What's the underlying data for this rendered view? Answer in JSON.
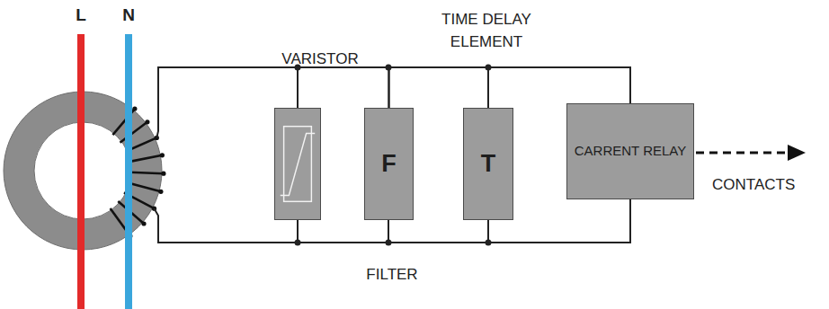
{
  "diagram": {
    "nodes": [
      {
        "text": [
          "VARISTOR"
        ]
      },
      {
        "text": [
          "F",
          "FILTER"
        ]
      },
      {
        "text": [
          "T",
          "TIME DELAY ELEMENT"
        ]
      },
      {
        "text": [
          "CARRENT RELAY"
        ]
      }
    ],
    "edges": [
      {
        "from": 0,
        "to": 1,
        "arrow": "none"
      },
      {
        "from": 1,
        "to": 2,
        "arrow": "none"
      },
      {
        "from": 2,
        "to": 3,
        "arrow": "none"
      }
    ],
    "labels": [
      "L",
      "N",
      "CONTACTS"
    ]
  }
}
